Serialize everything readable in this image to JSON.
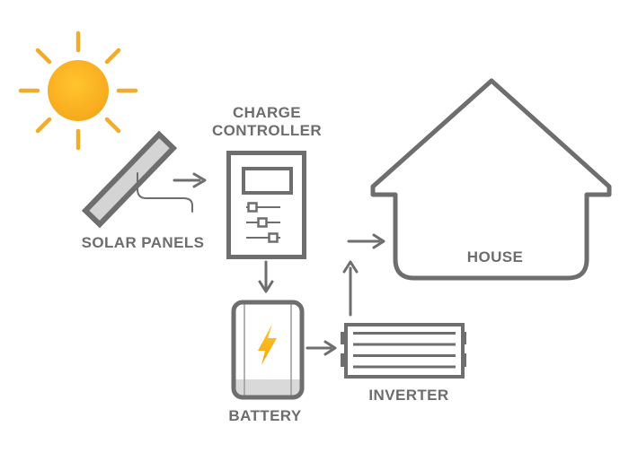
{
  "diagram": {
    "type": "flow-diagram",
    "subject": "solar-power-system",
    "labels": {
      "charge_controller": {
        "line1": "CHARGE",
        "line2": "CONTROLLER"
      },
      "solar_panels": "SOLAR PANELS",
      "battery": "BATTERY",
      "inverter": "INVERTER",
      "house": "HOUSE"
    },
    "nodes": [
      "sun",
      "solar-panels",
      "charge-controller",
      "battery",
      "inverter",
      "house"
    ],
    "flow": [
      {
        "from": "sun",
        "to": "solar-panels",
        "connector": "wire"
      },
      {
        "from": "solar-panels",
        "to": "charge-controller",
        "connector": "arrow-right"
      },
      {
        "from": "charge-controller",
        "to": "battery",
        "connector": "arrow-down"
      },
      {
        "from": "battery",
        "to": "inverter",
        "connector": "arrow-right"
      },
      {
        "from": "inverter",
        "to": "house",
        "connector": "arrow-up-then-arrow-right"
      }
    ],
    "icons": [
      "sun-icon",
      "solar-panel-icon",
      "charge-controller-icon",
      "battery-icon",
      "lightning-bolt-icon",
      "inverter-icon",
      "house-icon"
    ],
    "colors": {
      "outline": "#6e6e6e",
      "label_text": "#6d6d6d",
      "sun_fill_center": "#ffc52e",
      "sun_fill_edge": "#f7a61c",
      "sun_ray": "#f2ac29",
      "bolt_top": "#ffc61f",
      "bolt_bottom": "#f9a61a",
      "panel_fill": "#d4d4d4",
      "battery_level_band": "#d9d9d9",
      "wire": "#8a8a8a",
      "background": "#ffffff"
    }
  }
}
